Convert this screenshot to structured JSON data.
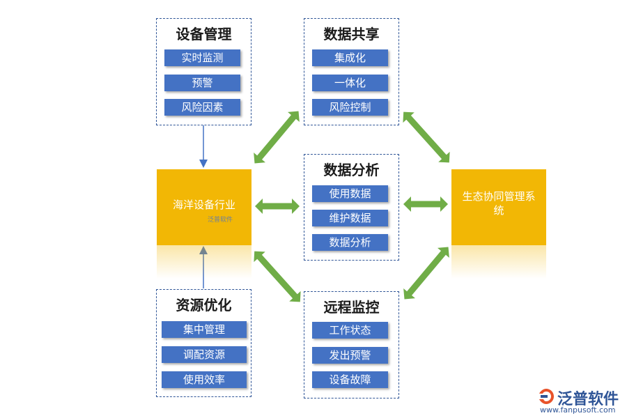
{
  "panels": {
    "device_management": {
      "title": "设备管理",
      "items": [
        "实时监测",
        "预警",
        "风险因素"
      ]
    },
    "data_sharing": {
      "title": "数据共享",
      "items": [
        "集成化",
        "一体化",
        "风险控制"
      ]
    },
    "data_analysis": {
      "title": "数据分析",
      "items": [
        "使用数据",
        "维护数据",
        "数据分析"
      ]
    },
    "resource_optimization": {
      "title": "资源优化",
      "items": [
        "集中管理",
        "调配资源",
        "使用效率"
      ]
    },
    "remote_monitoring": {
      "title": "远程监控",
      "items": [
        "工作状态",
        "发出预警",
        "设备故障"
      ]
    }
  },
  "hubs": {
    "left": "海洋设备行业",
    "right": "生态协同管理系统"
  },
  "watermark": {
    "mini": "泛普软件",
    "logo": "泛普软件",
    "url": "www.fanpusoft.com"
  },
  "colors": {
    "item_blue": "#4472c4",
    "hub_gold": "#f2b705",
    "arrow_green": "#70ad47",
    "panel_border": "#2f5597"
  }
}
